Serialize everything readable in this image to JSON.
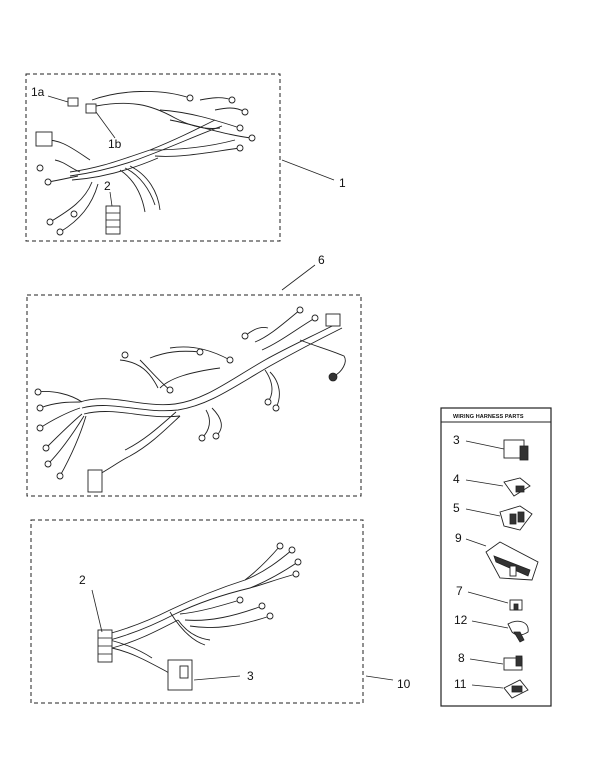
{
  "callouts": {
    "c1a": "1a",
    "c1b": "1b",
    "c1": "1",
    "c2_top": "2",
    "c6": "6",
    "c2_bottom": "2",
    "c3_bottom": "3",
    "c10": "10"
  },
  "parts_panel": {
    "title": "WIRING HARNESS PARTS",
    "items": [
      {
        "number": "3"
      },
      {
        "number": "4"
      },
      {
        "number": "5"
      },
      {
        "number": "9"
      },
      {
        "number": "7"
      },
      {
        "number": "12"
      },
      {
        "number": "8"
      },
      {
        "number": "11"
      }
    ]
  }
}
